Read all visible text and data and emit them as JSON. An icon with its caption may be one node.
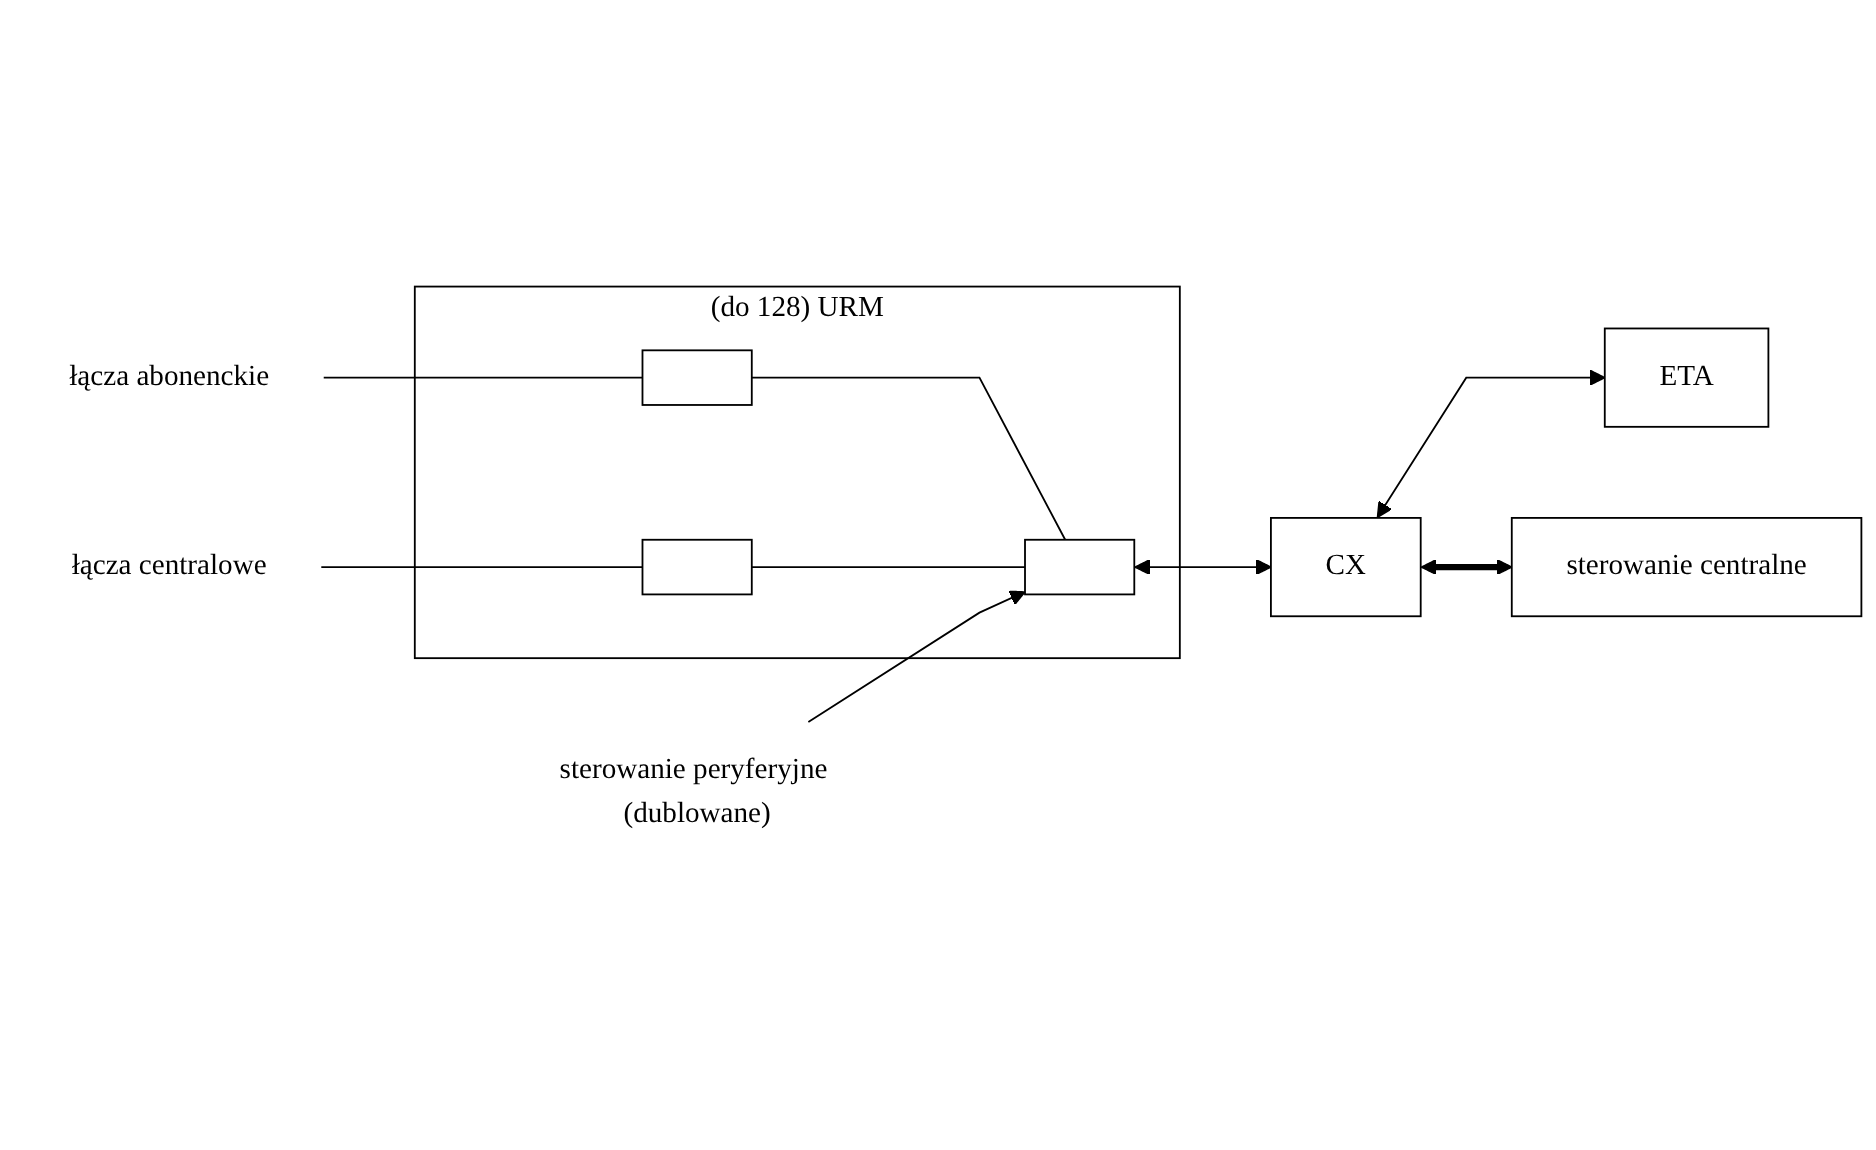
{
  "diagram": {
    "nodes": [
      {
        "text": [
          "(do 128) URM"
        ]
      },
      {
        "text": [],
        "shape": "box",
        "in": 0
      },
      {
        "text": [],
        "shape": "box",
        "in": 0
      },
      {
        "text": [],
        "shape": "box",
        "in": 0
      },
      {
        "text": [
          "CX"
        ]
      },
      {
        "text": [
          "ETA"
        ]
      },
      {
        "text": [
          "sterowanie centralne"
        ]
      },
      {
        "text": [
          "sterowanie peryferyjne (dublowane)"
        ]
      },
      {
        "text": [
          "łącza abonenckie"
        ]
      },
      {
        "text": [
          "łącza centralowe"
        ]
      }
    ],
    "edges": [
      {
        "from": 8,
        "to": 1,
        "arrow": "none"
      },
      {
        "from": 9,
        "to": 2,
        "arrow": "none"
      },
      {
        "from": 1,
        "to": 3,
        "arrow": "none"
      },
      {
        "from": 2,
        "to": 3,
        "arrow": "none"
      },
      {
        "from": 3,
        "to": 4,
        "arrow": "both"
      },
      {
        "from": 4,
        "to": 5,
        "arrow": "both"
      },
      {
        "from": 4,
        "to": 6,
        "arrow": "both",
        "style": "thick"
      },
      {
        "from": 7,
        "to": 3,
        "arrow": "to"
      }
    ]
  }
}
